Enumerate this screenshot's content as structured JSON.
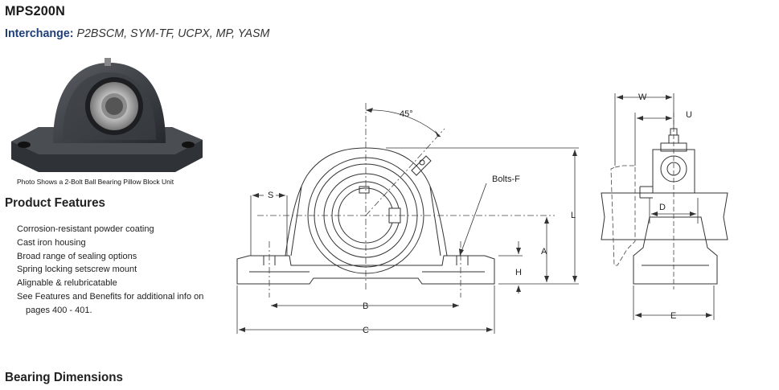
{
  "product": {
    "model": "MPS200N",
    "interchange_label": "Interchange:",
    "interchange_values": "P2BSCM, SYM-TF, UCPX, MP, YASM"
  },
  "photo": {
    "caption": "Photo Shows a 2-Bolt Ball Bearing Pillow Block Unit"
  },
  "features": {
    "heading": "Product Features",
    "items": [
      "Corrosion-resistant powder coating",
      "Cast iron housing",
      "Broad range of sealing options",
      "Spring locking setscrew mount",
      "Alignable & relubricatable",
      "See Features and Benefits for additional info on",
      "pages 400 - 401."
    ]
  },
  "diagram": {
    "angle_label": "45°",
    "bolts_label": "Bolts-F",
    "dimension_labels": {
      "S": "S",
      "A": "A",
      "H": "H",
      "L": "L",
      "B": "B",
      "C": "C",
      "W": "W",
      "U": "U",
      "D": "D",
      "E": "E"
    }
  },
  "dimensions_section": {
    "heading": "Bearing Dimensions"
  }
}
